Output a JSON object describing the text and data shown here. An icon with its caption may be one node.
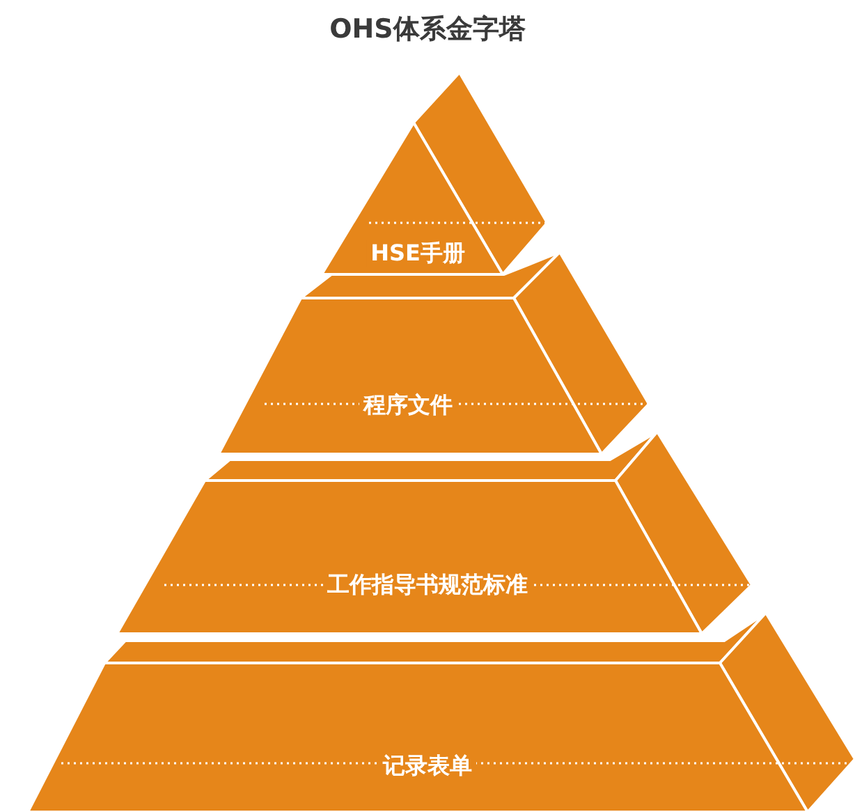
{
  "diagram": {
    "title": "OHS体系金字塔",
    "nodes": [
      {
        "text": [
          "HSE手册"
        ]
      },
      {
        "text": [
          "程序文件"
        ]
      },
      {
        "text": [
          "工作指导书规范标准"
        ]
      },
      {
        "text": [
          "记录表单"
        ]
      }
    ]
  }
}
